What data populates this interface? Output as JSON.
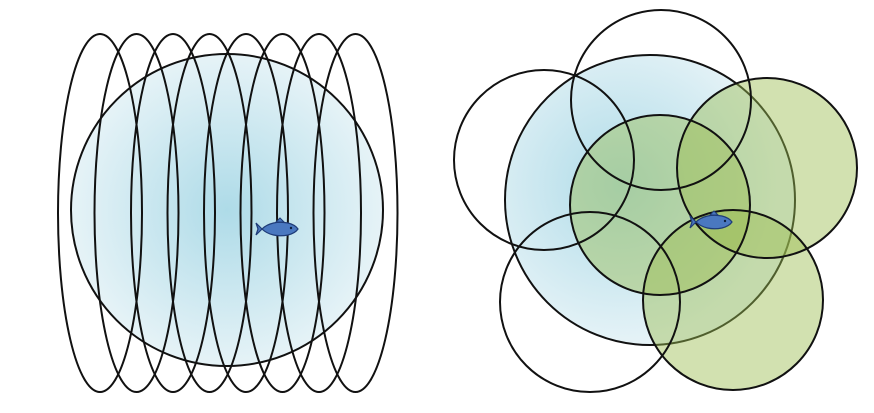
{
  "figure": {
    "panels": [
      {
        "id": "left",
        "sweep_count": 8,
        "icon": "fish-icon"
      },
      {
        "id": "right",
        "sweep_count": 6,
        "highlighted_sweeps": 3,
        "icon": "fish-icon"
      }
    ],
    "colors": {
      "background": "#ffffff",
      "water_center": "#aedbe8",
      "water_edge": "#e6f3f7",
      "highlight_fill": "#9cbd50",
      "stroke": "#111111",
      "fish_fill": "#4a78c0",
      "fish_stroke": "#1f3c78"
    }
  }
}
